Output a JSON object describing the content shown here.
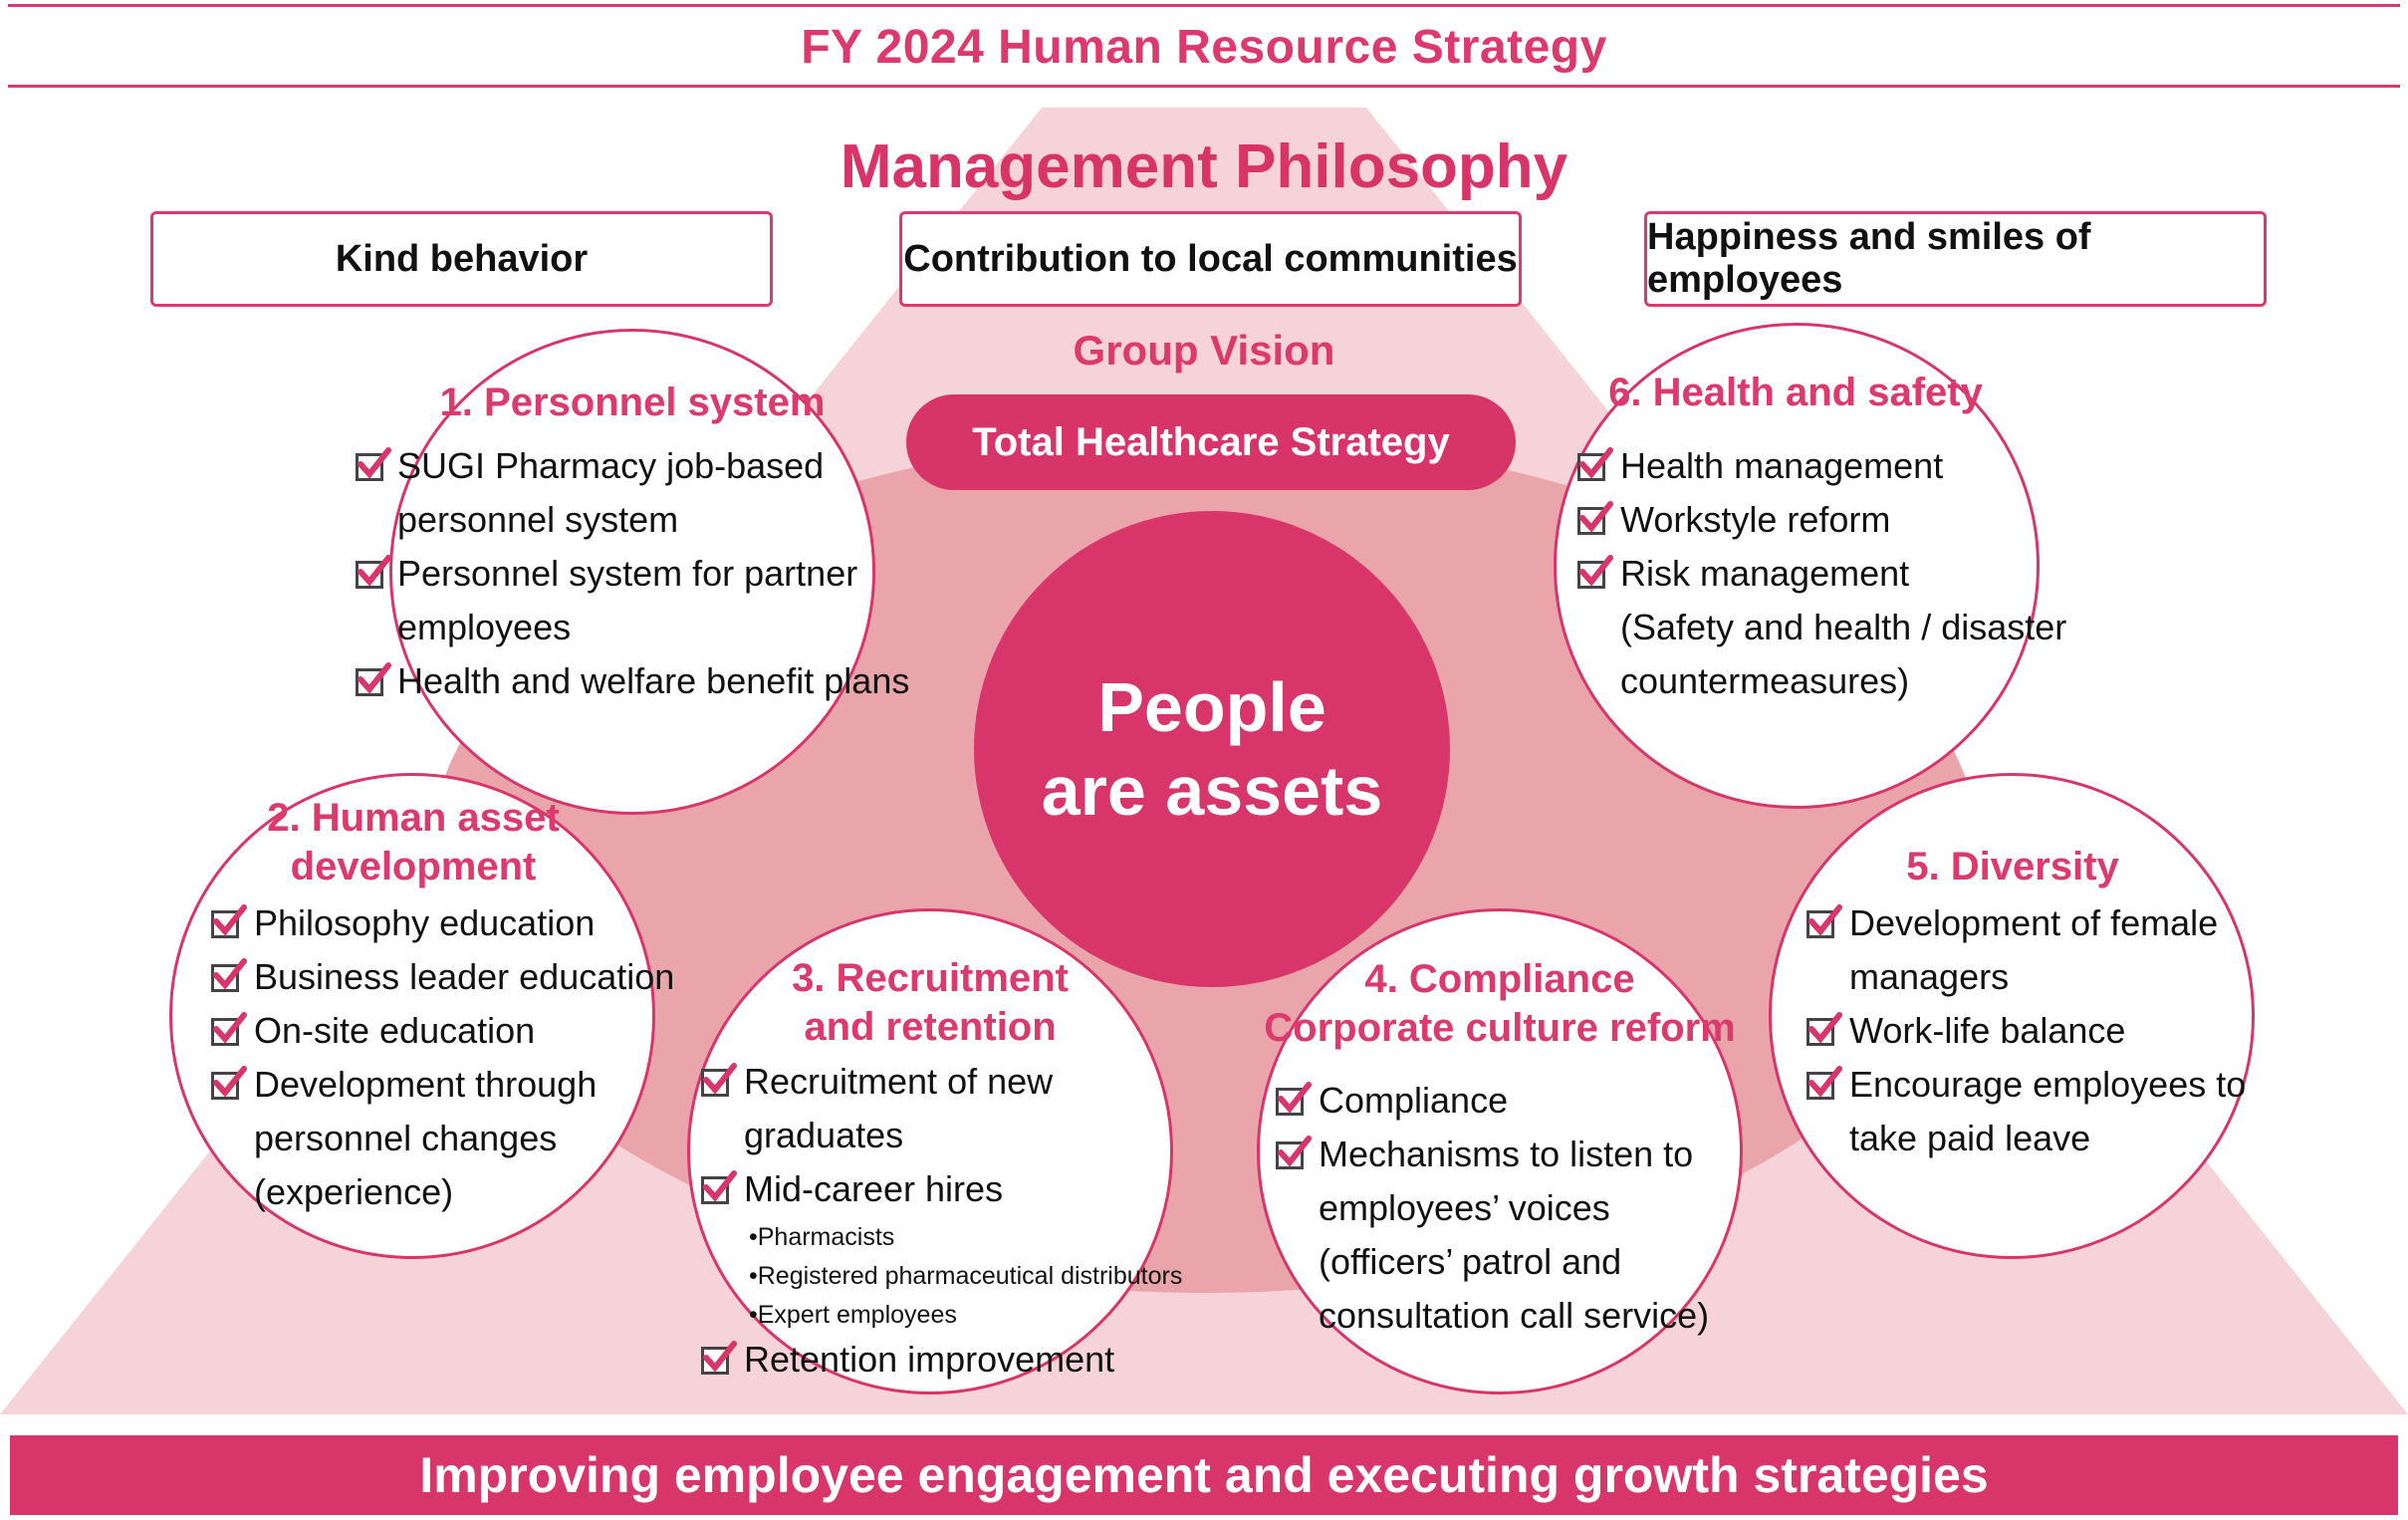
{
  "header": {
    "title": "FY 2024 Human Resource Strategy"
  },
  "philosophy": {
    "title": "Management Philosophy",
    "pillars": [
      "Kind behavior",
      "Contribution to local communities",
      "Happiness and smiles of employees"
    ]
  },
  "vision": {
    "label": "Group Vision",
    "strategy": "Total Healthcare Strategy"
  },
  "core": {
    "line1": "People",
    "line2": "are assets"
  },
  "circles": {
    "personnel": {
      "title": "1. Personnel system",
      "items": [
        [
          "SUGI Pharmacy job-based",
          "personnel system"
        ],
        [
          "Personnel system for partner",
          "employees"
        ],
        [
          "Health and welfare benefit plans"
        ]
      ]
    },
    "development": {
      "title_line1": "2. Human asset",
      "title_line2": "development",
      "items": [
        [
          "Philosophy education"
        ],
        [
          "Business leader education"
        ],
        [
          "On-site education"
        ],
        [
          "Development through",
          "personnel changes",
          "(experience)"
        ]
      ]
    },
    "recruitment": {
      "title_line1": "3. Recruitment",
      "title_line2": "and retention",
      "items": [
        [
          "Recruitment of new",
          "graduates"
        ],
        [
          "Mid-career hires"
        ],
        [
          "Retention improvement"
        ]
      ],
      "sub_items": [
        "•Pharmacists",
        "•Registered pharmaceutical distributors",
        "•Expert employees"
      ]
    },
    "compliance": {
      "title_line1": "4. Compliance",
      "title_line2": "Corporate culture reform",
      "items": [
        [
          "Compliance"
        ],
        [
          "Mechanisms to listen to",
          "employees’ voices",
          "(officers’ patrol and",
          "consultation call service)"
        ]
      ]
    },
    "diversity": {
      "title": "5. Diversity",
      "items": [
        [
          "Development of female",
          "managers"
        ],
        [
          "Work-life balance"
        ],
        [
          "Encourage employees to",
          "take paid leave"
        ]
      ]
    },
    "health": {
      "title": "6. Health and safety",
      "items": [
        [
          "Health management"
        ],
        [
          "Workstyle reform"
        ],
        [
          "Risk management",
          "(Safety and health / disaster",
          "countermeasures)"
        ]
      ]
    }
  },
  "footer": {
    "text": "Improving employee engagement and executing growth strategies"
  },
  "colors": {
    "accent": "#d8356a",
    "light_pink": "#f5d3d8",
    "mid_pink": "#e9a5a9",
    "check": "#d8356a"
  }
}
